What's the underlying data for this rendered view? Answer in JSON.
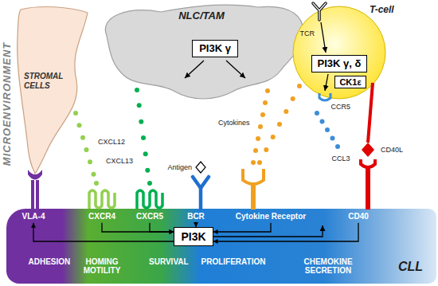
{
  "diagram": {
    "nodes": [
      {
        "text": [
          "STROMAL CELLS"
        ]
      },
      {
        "text": [
          "NLC/TAM"
        ]
      },
      {
        "text": [
          "PI3K γ"
        ],
        "in": 1
      },
      {
        "text": [
          "T-cell"
        ]
      },
      {
        "text": [
          "PI3K γ, δ"
        ],
        "in": 3
      },
      {
        "text": [
          "CK1ε"
        ],
        "in": 3
      },
      {
        "text": [
          "CLL"
        ]
      },
      {
        "text": [
          "VLA-4"
        ],
        "in": 6
      },
      {
        "text": [
          "CXCR4"
        ],
        "in": 6
      },
      {
        "text": [
          "CXCR5"
        ],
        "in": 6
      },
      {
        "text": [
          "BCR"
        ],
        "in": 6
      },
      {
        "text": [
          "Cytokine Receptor"
        ],
        "in": 6
      },
      {
        "text": [
          "CD40"
        ],
        "in": 6
      },
      {
        "text": [
          "PI3K"
        ],
        "in": 6
      }
    ],
    "edges": [
      {
        "from": 8,
        "to": 13,
        "arrow": "to"
      },
      {
        "from": 9,
        "to": 13,
        "arrow": "to"
      },
      {
        "from": 10,
        "to": 13,
        "arrow": "to"
      },
      {
        "from": 11,
        "to": 13,
        "arrow": "to"
      },
      {
        "from": 12,
        "to": 13,
        "arrow": "to"
      },
      {
        "from": 13,
        "to": 7,
        "arrow": "to"
      }
    ],
    "labels": [
      "MICROENVIRONMENT",
      "CXCL12",
      "CXCL13",
      "TCR",
      "Antigen",
      "Cytokines",
      "CCL3",
      "CCR5",
      "CD40L",
      "ADHESION",
      "HOMING MOTILITY",
      "SURVIVAL",
      "PROLIFERATION",
      "CHEMOKINE SECRETION"
    ]
  }
}
